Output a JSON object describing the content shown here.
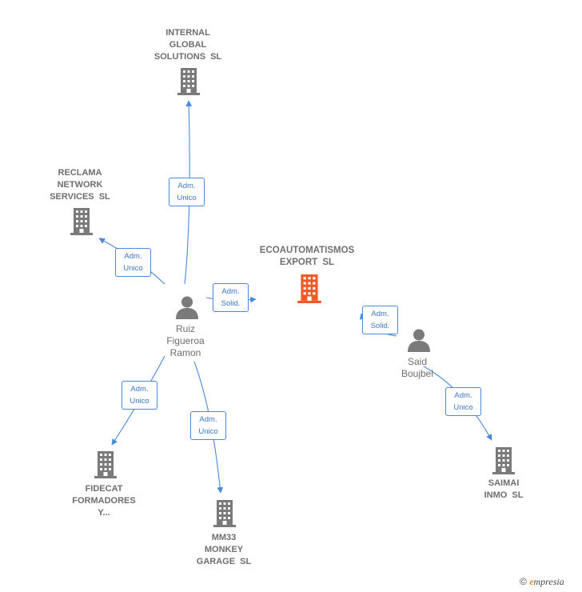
{
  "nodes": {
    "internal_global": {
      "label": "INTERNAL\nGLOBAL\nSOLUTIONS  SL",
      "kind": "company"
    },
    "reclama_network": {
      "label": "RECLAMA\nNETWORK\nSERVICES  SL",
      "kind": "company"
    },
    "ecoautomatismos": {
      "label": "ECOAUTOMATISMOS\nEXPORT  SL",
      "kind": "company-focus",
      "color": "#f05a28"
    },
    "ruiz_figueroa": {
      "label": "Ruiz\nFigueroa\nRamon",
      "kind": "person"
    },
    "said_boujbel": {
      "label": "Said\nBoujbel",
      "kind": "person"
    },
    "fidecat": {
      "label": "FIDECAT\nFORMADORES\nY...",
      "kind": "company"
    },
    "mm33": {
      "label": "MM33\nMONKEY\nGARAGE  SL",
      "kind": "company"
    },
    "saimai": {
      "label": "SAIMAI\nINMO  SL",
      "kind": "company"
    }
  },
  "edges": {
    "e1": {
      "from": "ruiz_figueroa",
      "to": "internal_global",
      "label": "Adm.\nUnico"
    },
    "e2": {
      "from": "ruiz_figueroa",
      "to": "reclama_network",
      "label": "Adm.\nUnico"
    },
    "e3": {
      "from": "ruiz_figueroa",
      "to": "ecoautomatismos",
      "label": "Adm.\nSolid."
    },
    "e4": {
      "from": "said_boujbel",
      "to": "ecoautomatismos",
      "label": "Adm.\nSolid."
    },
    "e5": {
      "from": "ruiz_figueroa",
      "to": "fidecat",
      "label": "Adm.\nUnico"
    },
    "e6": {
      "from": "ruiz_figueroa",
      "to": "mm33",
      "label": "Adm.\nUnico"
    },
    "e7": {
      "from": "said_boujbel",
      "to": "saimai",
      "label": "Adm.\nUnico"
    }
  },
  "colors": {
    "edge": "#4a89dc",
    "company_icon": "#7a7a7a",
    "person_icon": "#7a7a7a",
    "focus_icon": "#f05a28"
  },
  "icons": {
    "company": "building-icon",
    "person": "person-icon"
  },
  "footer": {
    "copyright": "©",
    "brand_initial": "e",
    "brand_rest": "mpresia"
  }
}
